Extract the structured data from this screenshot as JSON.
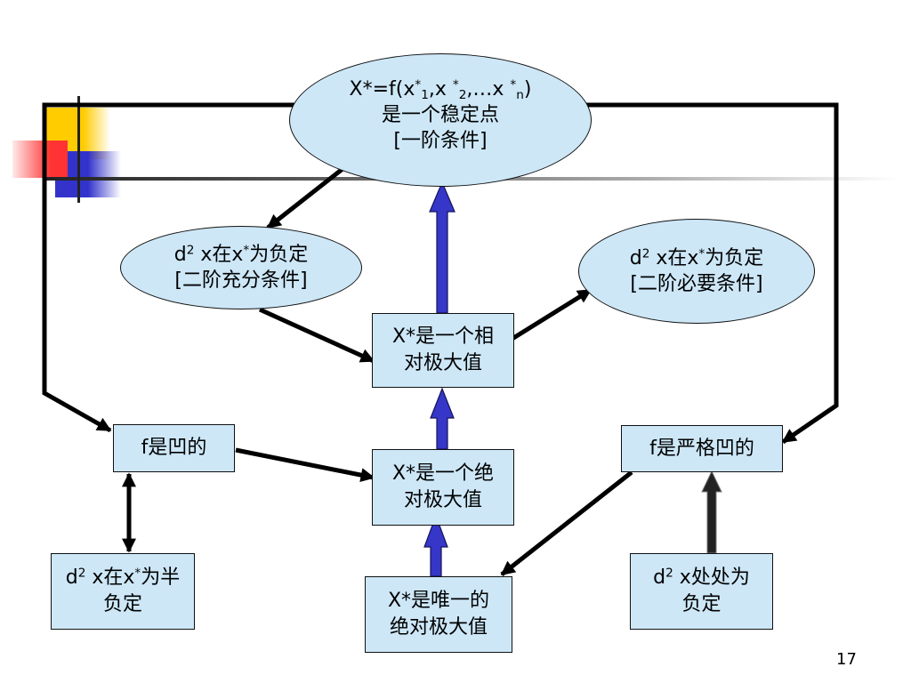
{
  "colors": {
    "node_fill": "#cde7f7",
    "node_border": "#111111",
    "connector": "#000000",
    "blue_arrow": "#3636c8",
    "blue_arrow_border": "#14145a",
    "dark_arrow": "#222222",
    "accent_yellow": "#ffcc00",
    "accent_red": "#ff3333",
    "accent_blue": "#3333cc"
  },
  "nodes": {
    "stable_point": {
      "line1": [
        "X*=f(x",
        "*",
        "1",
        ",x ",
        "*",
        "2",
        ",…x ",
        "*",
        "n",
        ")"
      ],
      "line2": "是一个稳定点",
      "line3": "[一阶条件]"
    },
    "second_order_sufficient": {
      "line1": [
        "d",
        "2",
        " x在x",
        "*",
        "为负定"
      ],
      "line2": "[二阶充分条件]"
    },
    "second_order_necessary": {
      "line1": [
        "d",
        "2",
        " x在x",
        "*",
        "为负定"
      ],
      "line2": "[二阶必要条件]"
    },
    "relative_max": {
      "lines": [
        "X*是一个相",
        "对极大值"
      ]
    },
    "f_concave": {
      "label": "f是凹的"
    },
    "absolute_max": {
      "lines": [
        "X*是一个绝",
        "对极大值"
      ]
    },
    "f_strictly_concave": {
      "label": "f是严格凹的"
    },
    "negative_semidefinite": {
      "line1": [
        "d",
        "2",
        " x在x",
        "*",
        "为半"
      ],
      "line2": "负定"
    },
    "unique_absolute_max": {
      "lines": [
        "X*是唯一的",
        "绝对极大值"
      ]
    },
    "negative_definite_everywhere": {
      "line1": [
        "d",
        "2",
        " x处处为"
      ],
      "line2": "负定"
    }
  },
  "slide": {
    "page_number": "17"
  }
}
